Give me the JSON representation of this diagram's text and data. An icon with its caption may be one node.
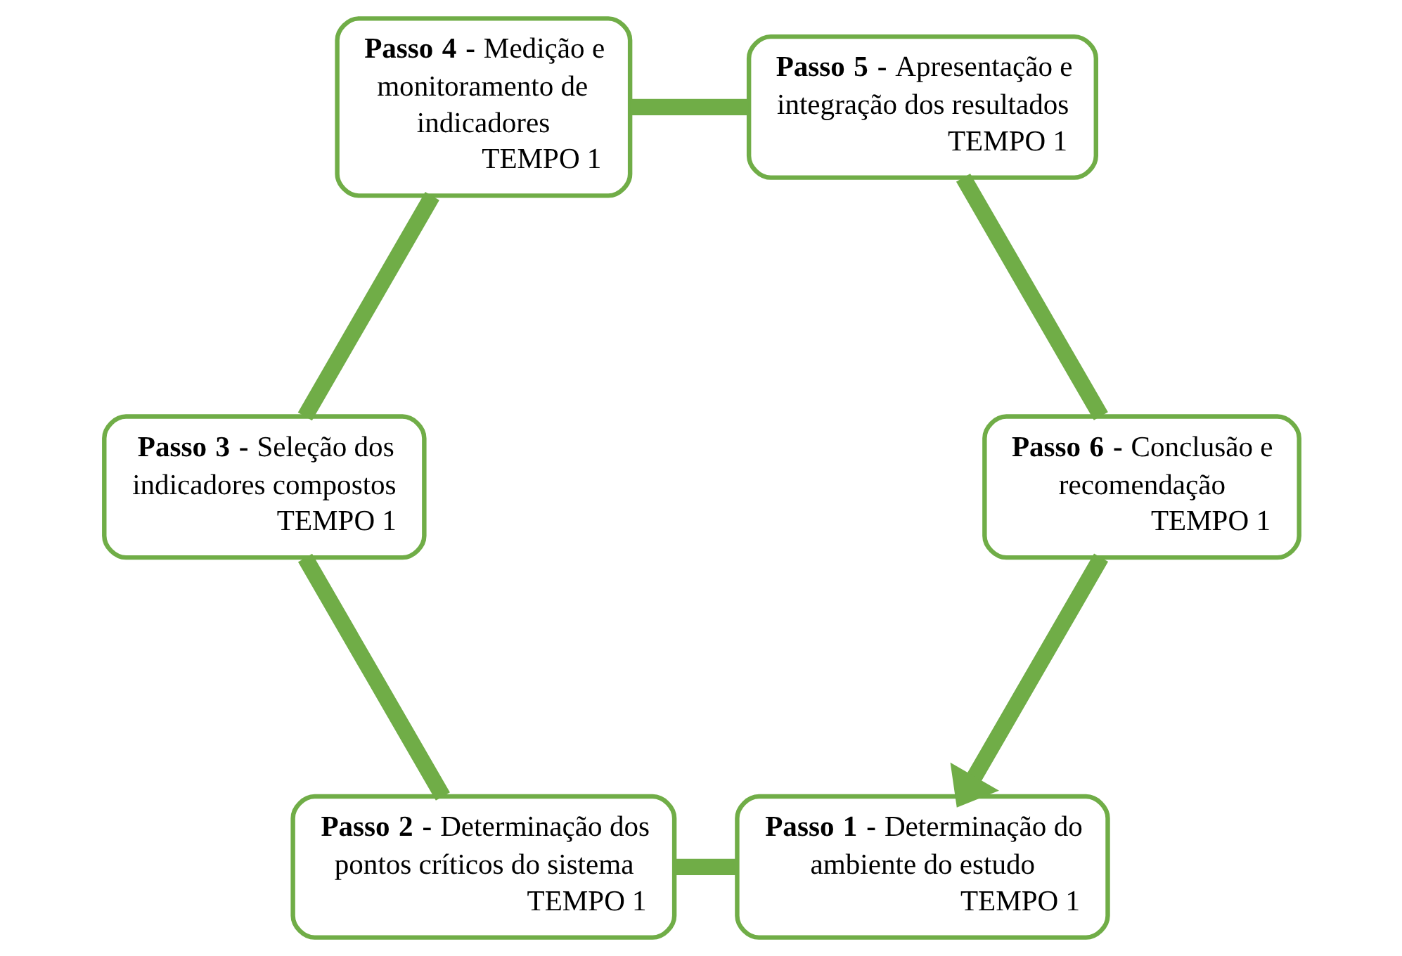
{
  "diagram": {
    "nodes": [
      {
        "text": [
          "**Passo 1 -** Determinação do ambiente do estudo",
          "TEMPO 1"
        ]
      },
      {
        "text": [
          "**Passo 2 -** Determinação dos pontos críticos do sistema",
          "TEMPO 1"
        ]
      },
      {
        "text": [
          "**Passo 3 -** Seleção dos indicadores compostos",
          "TEMPO 1"
        ]
      },
      {
        "text": [
          "**Passo 4 -** Medição e monitoramento de indicadores",
          "TEMPO 1"
        ]
      },
      {
        "text": [
          "**Passo 5 -** Apresentação e integração dos resultados",
          "TEMPO 1"
        ]
      },
      {
        "text": [
          "**Passo 6 -** Conclusão e recomendação",
          "TEMPO 1"
        ]
      }
    ],
    "edges": [
      {
        "from": 0,
        "to": 1,
        "arrow": "none"
      },
      {
        "from": 1,
        "to": 2,
        "arrow": "none"
      },
      {
        "from": 2,
        "to": 3,
        "arrow": "none"
      },
      {
        "from": 3,
        "to": 4,
        "arrow": "none"
      },
      {
        "from": 4,
        "to": 5,
        "arrow": "none"
      },
      {
        "from": 5,
        "to": 0,
        "arrow": "to"
      }
    ]
  }
}
